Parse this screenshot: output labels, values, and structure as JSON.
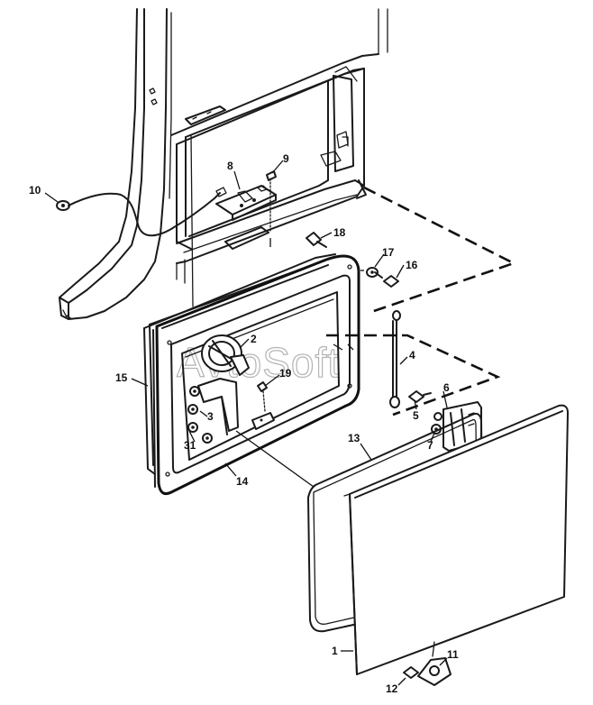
{
  "callouts": [
    {
      "id": "c10",
      "text": "10"
    },
    {
      "id": "c8",
      "text": "8"
    },
    {
      "id": "c9",
      "text": "9"
    },
    {
      "id": "c18",
      "text": "18"
    },
    {
      "id": "c17",
      "text": "17"
    },
    {
      "id": "c16",
      "text": "16"
    },
    {
      "id": "c2",
      "text": "2"
    },
    {
      "id": "c4",
      "text": "4"
    },
    {
      "id": "c15",
      "text": "15"
    },
    {
      "id": "c19",
      "text": "19"
    },
    {
      "id": "c3",
      "text": "3"
    },
    {
      "id": "c31",
      "text": "31"
    },
    {
      "id": "c6",
      "text": "6"
    },
    {
      "id": "c5",
      "text": "5"
    },
    {
      "id": "c7",
      "text": "7"
    },
    {
      "id": "c13",
      "text": "13"
    },
    {
      "id": "c14",
      "text": "14"
    },
    {
      "id": "c1",
      "text": "1"
    },
    {
      "id": "c11",
      "text": "11"
    },
    {
      "id": "c12",
      "text": "12"
    }
  ],
  "watermark": "AvtoSoft"
}
